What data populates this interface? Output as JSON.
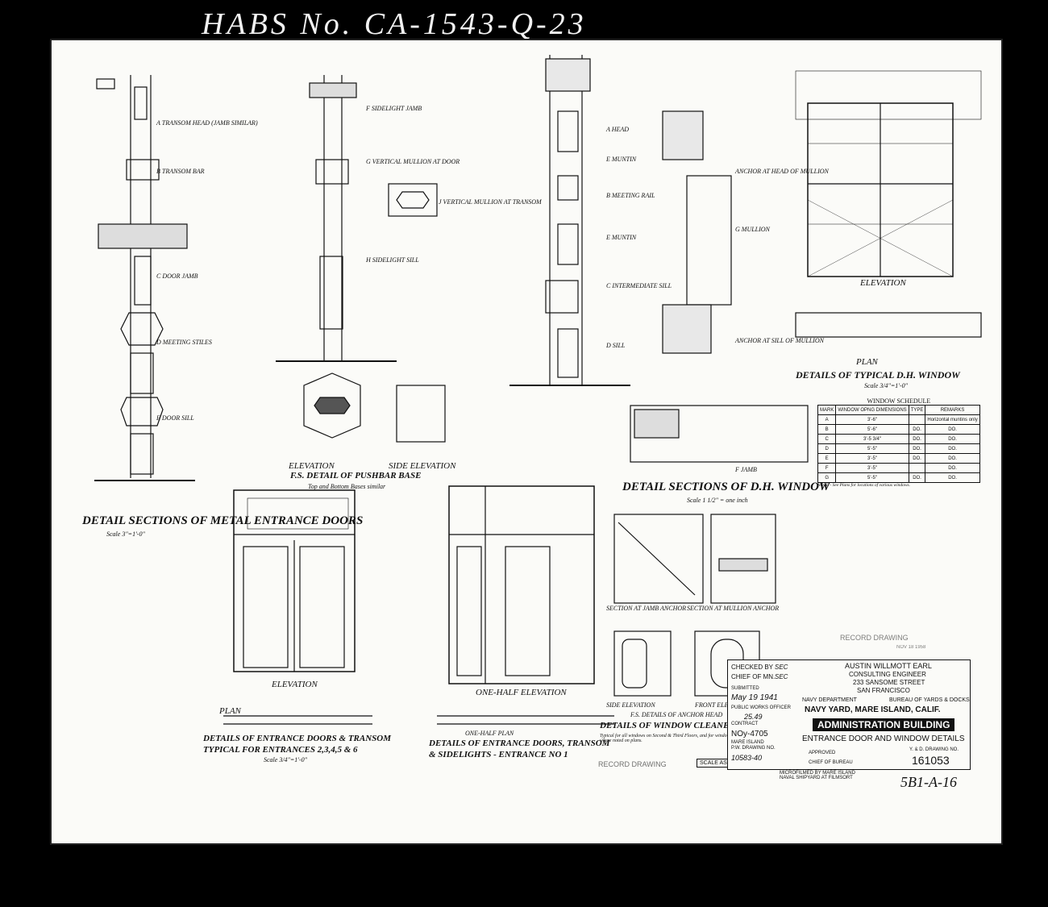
{
  "habs_number": "HABS No. CA-1543-Q-23",
  "drawing_titles": {
    "metal_doors": "DETAIL SECTIONS OF METAL ENTRANCE DOORS",
    "metal_doors_scale": "Scale 3\"=1'-0\"",
    "pushbar": "F.S. DETAIL OF PUSHBAR BASE",
    "pushbar_note": "Top and Bottom Bases similar",
    "elevation": "ELEVATION",
    "side_elevation": "SIDE ELEVATION",
    "dh_window": "DETAIL SECTIONS OF D.H. WINDOW",
    "dh_window_scale": "Scale 1 1/2\" = one inch",
    "typical_window": "DETAILS OF TYPICAL D.H. WINDOW",
    "typical_window_scale": "Scale 3/4\"=1'-0\"",
    "plan": "PLAN",
    "entrance_doors": "DETAILS OF ENTRANCE DOORS & TRANSOM",
    "entrance_doors_2": "TYPICAL FOR ENTRANCES 2,3,4,5 & 6",
    "entrance_doors_scale": "Scale 3/4\"=1'-0\"",
    "entrance_no1": "DETAILS OF ENTRANCE DOORS, TRANSOM",
    "entrance_no1_2": "& SIDELIGHTS - ENTRANCE NO 1",
    "one_half_elevation": "ONE-HALF ELEVATION",
    "one_half_plan": "ONE-HALF PLAN",
    "section_jamb_anchor": "SECTION AT JAMB ANCHOR",
    "section_mullion_anchor": "SECTION AT MULLION ANCHOR",
    "fs_anchor_head": "F.S. DETAILS OF ANCHOR HEAD",
    "front_elevation": "FRONT ELEVATION",
    "cleaner_anchors": "DETAILS OF WINDOW CLEANER'S ANCHORS",
    "cleaner_note": "Typical for all windows on Second & Third Floors, and for windows on First Floor where noted on plans."
  },
  "section_labels": [
    "A TRANSOM HEAD (JAMB SIMILAR)",
    "B TRANSOM BAR",
    "C DOOR JAMB",
    "D MEETING STILES",
    "E DOOR SILL",
    "F SIDELIGHT JAMB",
    "G VERTICAL MULLION AT DOOR",
    "H SIDELIGHT SILL",
    "J VERTICAL MULLION AT TRANSOM",
    "A HEAD",
    "E MUNTIN",
    "B MEETING RAIL",
    "E MUNTIN",
    "C INTERMEDIATE SILL",
    "D SILL",
    "ANCHOR AT HEAD OF MULLION",
    "G MULLION",
    "ANCHOR AT SILL OF MULLION",
    "F JAMB"
  ],
  "window_schedule": {
    "title": "WINDOW SCHEDULE",
    "headers": [
      "MARK",
      "WINDOW OPNG DIMENSIONS",
      "TYPE",
      "REMARKS"
    ],
    "rows": [
      [
        "A",
        "3'-6\"",
        "",
        "Horizontal muntins only"
      ],
      [
        "B",
        "5'-6\"",
        "DO.",
        "DO."
      ],
      [
        "C",
        "3'-5 3/4\"",
        "DO.",
        "DO."
      ],
      [
        "D",
        "5'-5\"",
        "DO.",
        "DO."
      ],
      [
        "E",
        "3'-5\"",
        "DO.",
        "DO."
      ],
      [
        "F",
        "3'-5\"",
        "",
        "DO."
      ],
      [
        "G",
        "5'-5\"",
        "DO.",
        "DO."
      ]
    ],
    "note": "NOTE - See Plans for locations of various windows."
  },
  "stamps": {
    "record_drawing_1": "RECORD DRAWING",
    "record_drawing_2": "RECORD DRAWING",
    "date_stamp": "NOV 18 1958",
    "scale": "SCALE AS NOTED",
    "microfilm": "MICROFILMED BY MARE ISLAND NAVAL SHIPYARD AT FILMSORT"
  },
  "title_block": {
    "checked_by": "CHECKED BY",
    "checked_val": "SEC",
    "chief": "CHIEF OF MN.",
    "chief_val": "SEC",
    "engineer": "AUSTIN WILLMOTT EARL",
    "engineer_role": "CONSULTING ENGINEER",
    "address": "233 SANSOME STREET",
    "city": "SAN FRANCISCO",
    "submitted": "SUBMITTED",
    "submitted_date": "May 19 1941",
    "navy_dept": "NAVY DEPARTMENT",
    "bureau": "BUREAU OF YARDS & DOCKS",
    "navy_yard": "NAVY YARD, MARE ISLAND, CALIF.",
    "public_works": "PUBLIC WORKS OFFICER",
    "contract_no": "25.49",
    "contract_label": "CONTRACT",
    "building": "ADMINISTRATION BUILDING",
    "subtitle": "ENTRANCE DOOR AND WINDOW DETAILS",
    "noy": "NOy-4705",
    "mare_island": "MARE ISLAND",
    "pw_drawing_no": "P.W. DRAWING NO.",
    "approved": "APPROVED",
    "pw_no": "10583-40",
    "chief_bureau": "CHIEF OF BUREAU",
    "yd_drawing_no": "Y. & D. DRAWING NO.",
    "drawing_no": "161053"
  },
  "sheet_number": "5B1-A-16"
}
